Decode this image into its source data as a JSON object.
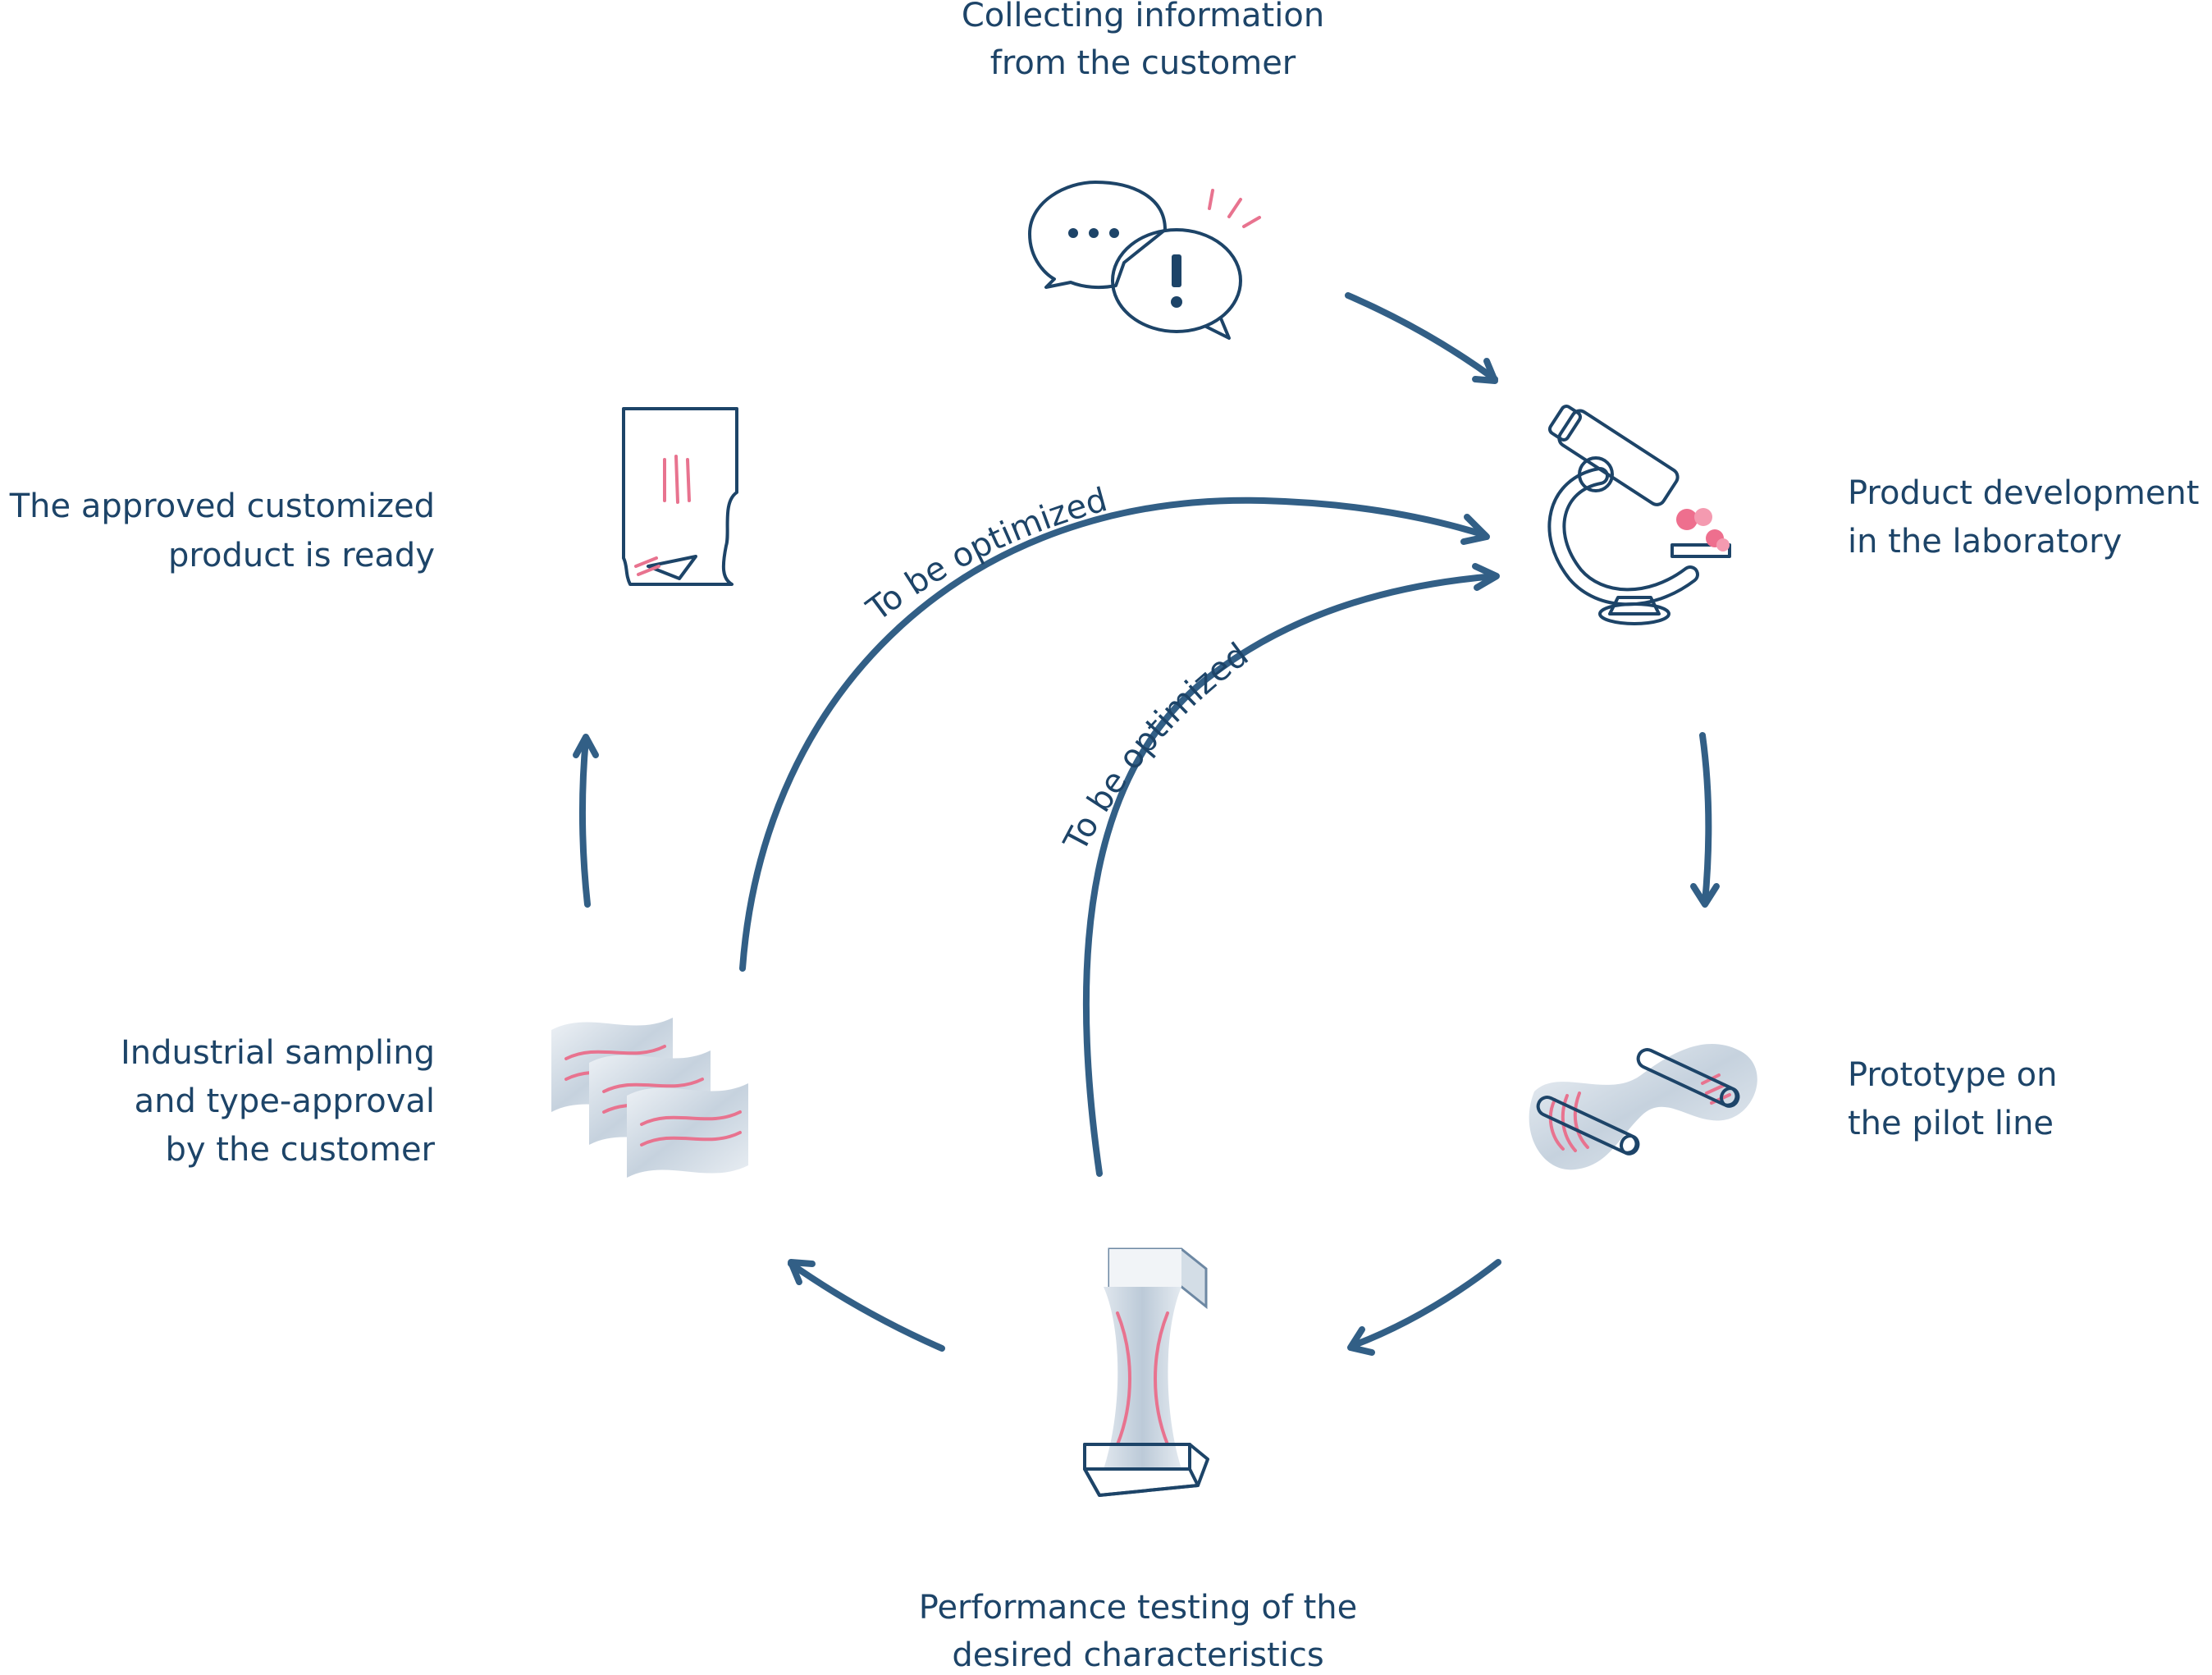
{
  "diagram": {
    "steps": {
      "collecting": {
        "line1": "Collecting information",
        "line2": "from the customer",
        "icon": "speech-bubbles-icon"
      },
      "lab": {
        "line1": "Product development",
        "line2": "in the laboratory",
        "icon": "microscope-icon"
      },
      "prototype": {
        "line1": "Prototype on",
        "line2": "the pilot line",
        "icon": "film-roll-icon"
      },
      "testing": {
        "line1": "Performance testing of the",
        "line2": "desired characteristics",
        "icon": "tensile-specimen-icon"
      },
      "sampling": {
        "line1": "Industrial sampling",
        "line2": "and type-approval",
        "line3": "by the customer",
        "icon": "film-samples-icon"
      },
      "ready": {
        "line1": "The approved customized",
        "line2": "product is ready",
        "icon": "finished-bag-icon"
      }
    },
    "loops": {
      "outer": "To be optimized",
      "inner": "To be optimized"
    },
    "colors": {
      "text": "#1d4468",
      "arrow": "#325f86",
      "accent": "#e8738f",
      "film": "#c9d5e0"
    }
  }
}
